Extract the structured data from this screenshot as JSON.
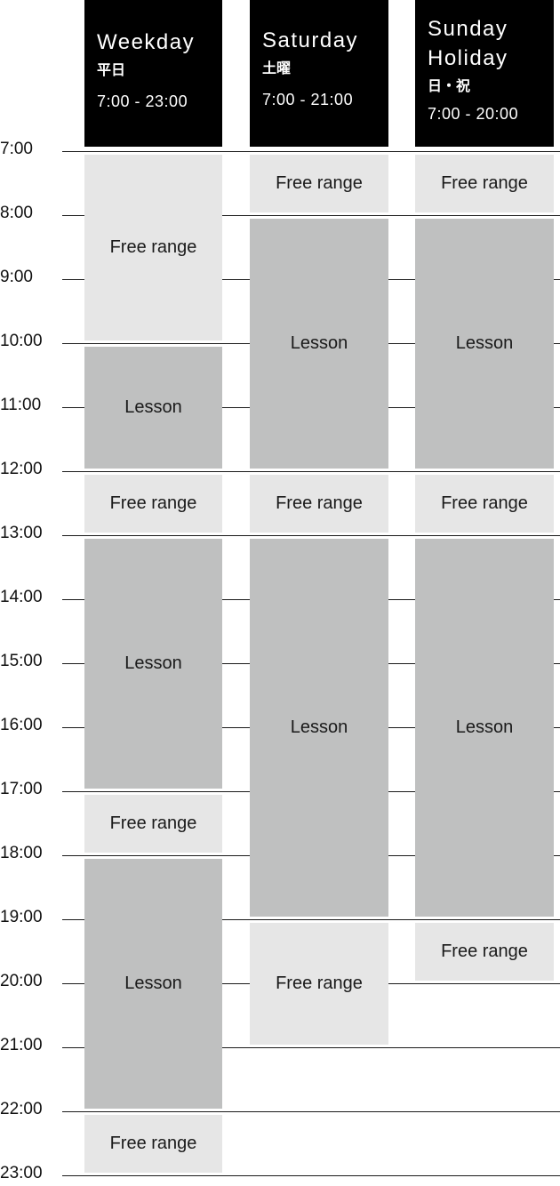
{
  "columns": [
    {
      "title": "Weekday",
      "title_jp": "平日",
      "hours": "7:00 - 23:00",
      "blocks": [
        {
          "type": "free",
          "label": "Free range",
          "start": 7,
          "end": 10
        },
        {
          "type": "lesson",
          "label": "Lesson",
          "start": 10,
          "end": 12
        },
        {
          "type": "free",
          "label": "Free range",
          "start": 12,
          "end": 13
        },
        {
          "type": "lesson",
          "label": "Lesson",
          "start": 13,
          "end": 17
        },
        {
          "type": "free",
          "label": "Free range",
          "start": 17,
          "end": 18
        },
        {
          "type": "lesson",
          "label": "Lesson",
          "start": 18,
          "end": 22
        },
        {
          "type": "free",
          "label": "Free range",
          "start": 22,
          "end": 23
        }
      ]
    },
    {
      "title": "Saturday",
      "title_jp": "土曜",
      "hours": "7:00 - 21:00",
      "blocks": [
        {
          "type": "free",
          "label": "Free range",
          "start": 7,
          "end": 8
        },
        {
          "type": "lesson",
          "label": "Lesson",
          "start": 8,
          "end": 12
        },
        {
          "type": "free",
          "label": "Free range",
          "start": 12,
          "end": 13
        },
        {
          "type": "lesson",
          "label": "Lesson",
          "start": 13,
          "end": 19
        },
        {
          "type": "free",
          "label": "Free range",
          "start": 19,
          "end": 21
        }
      ]
    },
    {
      "title": "Sunday\nHoliday",
      "title_jp": "日・祝",
      "hours": "7:00 - 20:00",
      "blocks": [
        {
          "type": "free",
          "label": "Free range",
          "start": 7,
          "end": 8
        },
        {
          "type": "lesson",
          "label": "Lesson",
          "start": 8,
          "end": 12
        },
        {
          "type": "free",
          "label": "Free range",
          "start": 12,
          "end": 13
        },
        {
          "type": "lesson",
          "label": "Lesson",
          "start": 13,
          "end": 19
        },
        {
          "type": "free",
          "label": "Free range",
          "start": 19,
          "end": 20
        }
      ]
    }
  ],
  "time_labels": [
    "7:00",
    "8:00",
    "9:00",
    "10:00",
    "11:00",
    "12:00",
    "13:00",
    "14:00",
    "15:00",
    "16:00",
    "17:00",
    "18:00",
    "19:00",
    "20:00",
    "21:00",
    "22:00",
    "23:00"
  ],
  "colors": {
    "header_bg": "#000000",
    "header_text": "#ffffff",
    "free_range": "#e6e6e6",
    "lesson": "#bfc0c0",
    "grid_line": "#1a1a1a"
  }
}
